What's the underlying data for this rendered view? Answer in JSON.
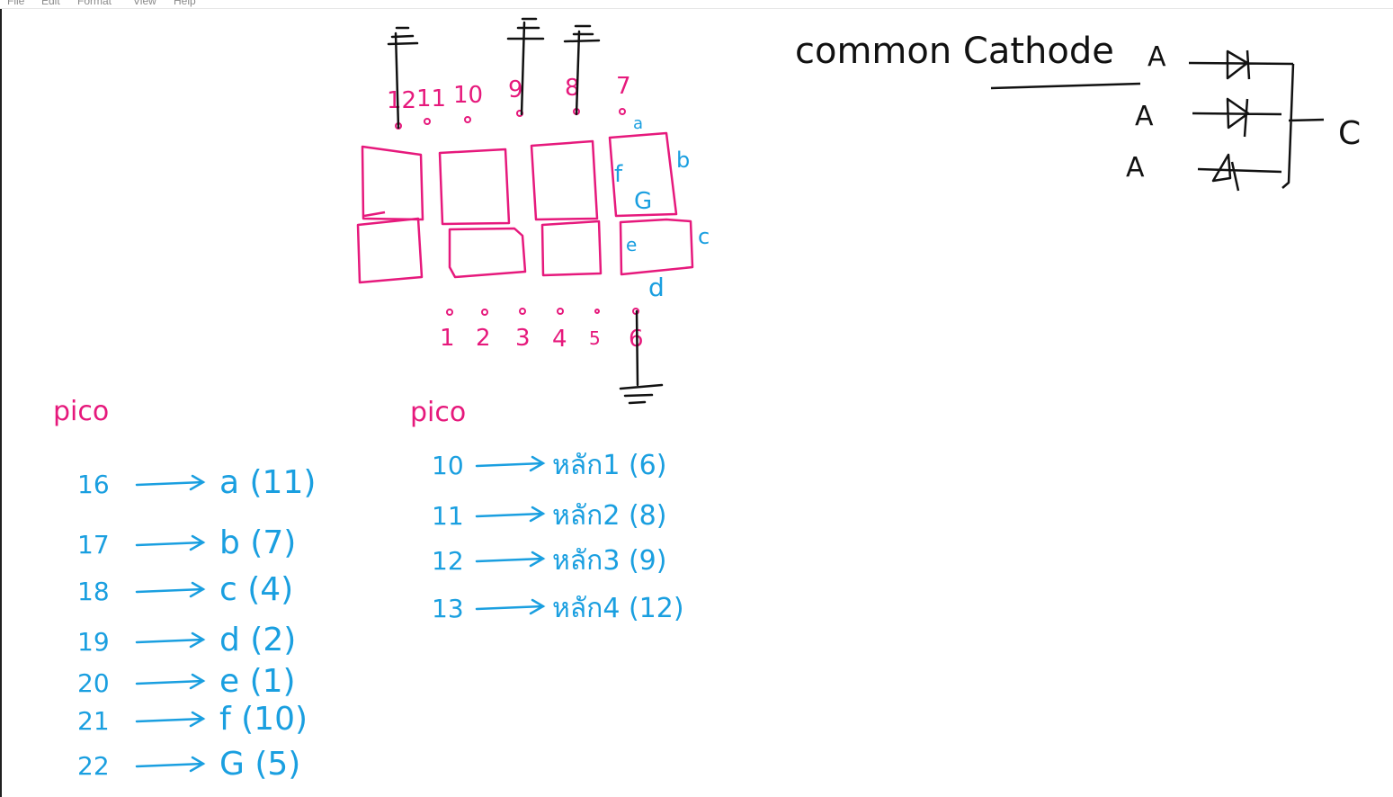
{
  "window": {
    "menu": [
      "File",
      "Edit",
      "Format",
      "View",
      "Help"
    ]
  },
  "colors": {
    "pink": "#e6197c",
    "blue": "#1a9fe0",
    "black": "#111111"
  },
  "schematic": {
    "top_pins": [
      "12",
      "11",
      "10",
      "9",
      "8",
      "7"
    ],
    "bottom_pins": [
      "1",
      "2",
      "3",
      "4",
      "5",
      "6"
    ],
    "segment_labels": {
      "a": "a",
      "b": "b",
      "c": "c",
      "d": "d",
      "e": "e",
      "f": "f",
      "g": "G"
    }
  },
  "common_cathode": {
    "title": "common Cathode",
    "anode_labels": [
      "A",
      "A",
      "A"
    ],
    "cathode_label": "C"
  },
  "left_mapping": {
    "header": "pico",
    "rows": [
      {
        "pin": "16",
        "target": "a (11)"
      },
      {
        "pin": "17",
        "target": "b (7)"
      },
      {
        "pin": "18",
        "target": "c (4)"
      },
      {
        "pin": "19",
        "target": "d (2)"
      },
      {
        "pin": "20",
        "target": "e (1)"
      },
      {
        "pin": "21",
        "target": "f (10)"
      },
      {
        "pin": "22",
        "target": "G (5)"
      }
    ]
  },
  "right_mapping": {
    "header": "pico",
    "rows": [
      {
        "pin": "10",
        "target": "หลัก1 (6)"
      },
      {
        "pin": "11",
        "target": "หลัก2 (8)"
      },
      {
        "pin": "12",
        "target": "หลัก3 (9)"
      },
      {
        "pin": "13",
        "target": "หลัก4 (12)"
      }
    ]
  }
}
